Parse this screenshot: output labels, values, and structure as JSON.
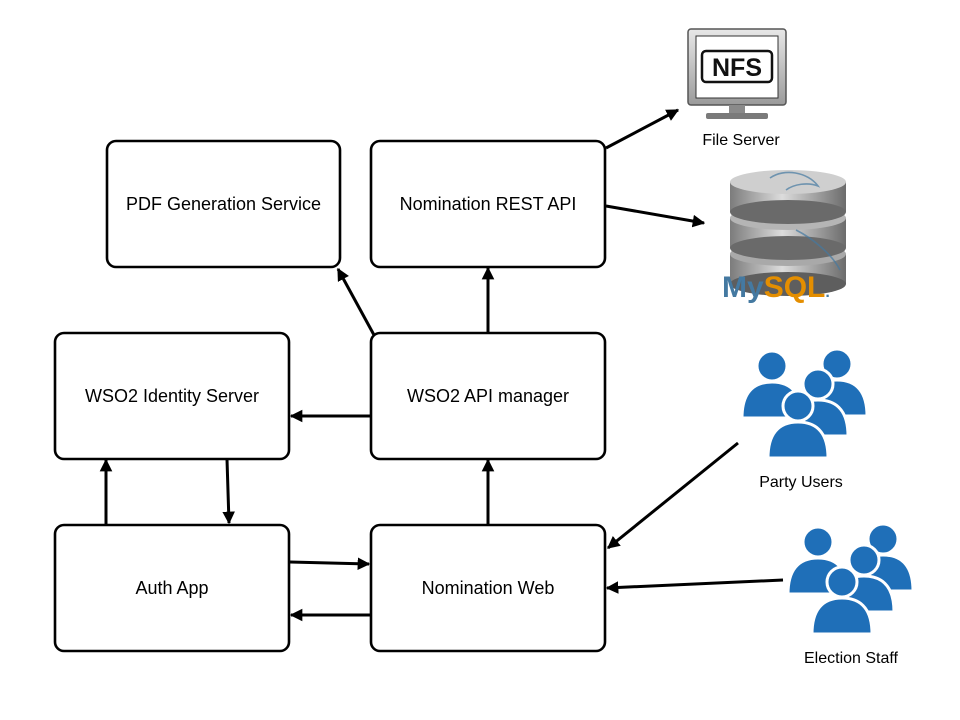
{
  "nodes": {
    "pdf": "PDF Generation Service",
    "rest": "Nomination REST API",
    "wso2is": "WSO2 Identity Server",
    "apim": "WSO2 API manager",
    "auth": "Auth App",
    "web": "Nomination Web"
  },
  "external": {
    "file_server": {
      "logo_text": "NFS",
      "label": "File Server"
    },
    "database": {
      "logo_text": "MySQL",
      "label": ""
    },
    "party_users": {
      "label": "Party Users"
    },
    "election_staff": {
      "label": "Election Staff"
    }
  },
  "colors": {
    "line": "#000000",
    "people": "#1f6fb8",
    "mysql_blue": "#4479a1",
    "mysql_orange": "#e48e00"
  }
}
